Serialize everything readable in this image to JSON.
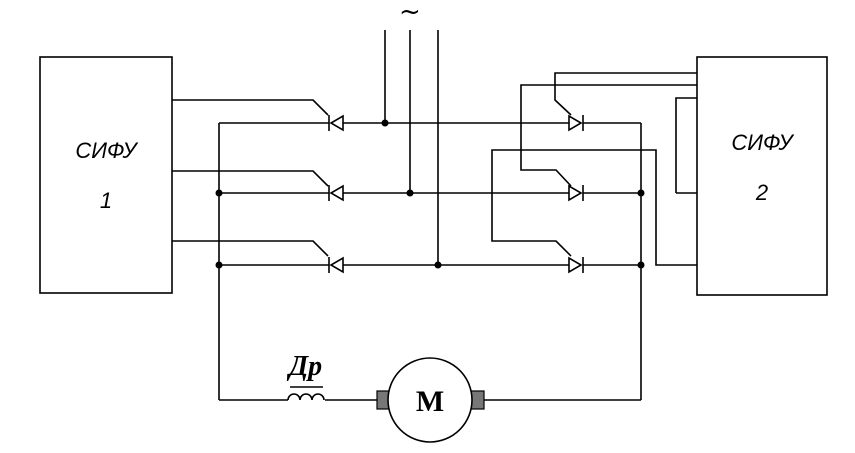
{
  "supply": {
    "symbol": "~"
  },
  "block_left": {
    "title": "СИФУ",
    "number": "1"
  },
  "block_right": {
    "title": "СИФУ",
    "number": "2"
  },
  "choke": {
    "label": "Др"
  },
  "motor": {
    "label": "М"
  }
}
